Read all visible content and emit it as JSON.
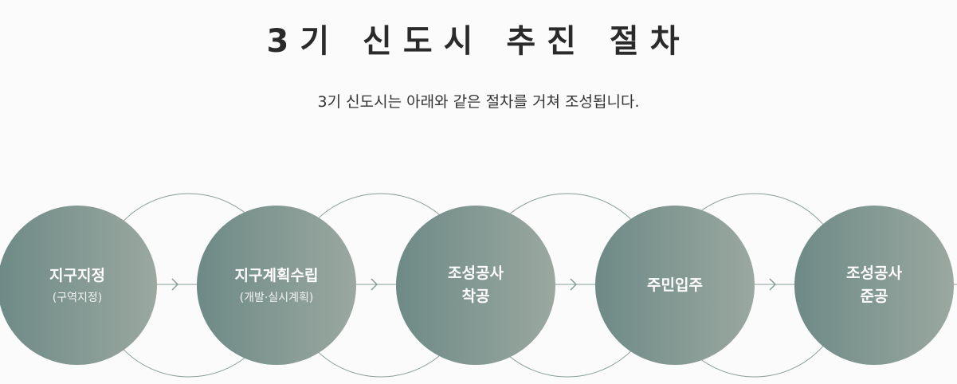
{
  "header": {
    "title": "3기 신도시 추진 절차",
    "subtitle": "3기 신도시는 아래와 같은 절차를 거쳐 조성됩니다."
  },
  "steps": [
    {
      "title": "지구지정",
      "title2": "",
      "sub": "(구역지정)"
    },
    {
      "title": "지구계획수립",
      "title2": "",
      "sub": "(개발·실시계획)"
    },
    {
      "title": "조성공사",
      "title2": "착공",
      "sub": ""
    },
    {
      "title": "주민입주",
      "title2": "",
      "sub": ""
    },
    {
      "title": "조성공사",
      "title2": "준공",
      "sub": ""
    }
  ],
  "colors": {
    "circle_start": "#6e8a86",
    "circle_end": "#9aa8a0",
    "outline": "#8a9c96",
    "arrow": "#8a9c96"
  },
  "icons": {
    "arrow": "chevron-right-icon"
  }
}
